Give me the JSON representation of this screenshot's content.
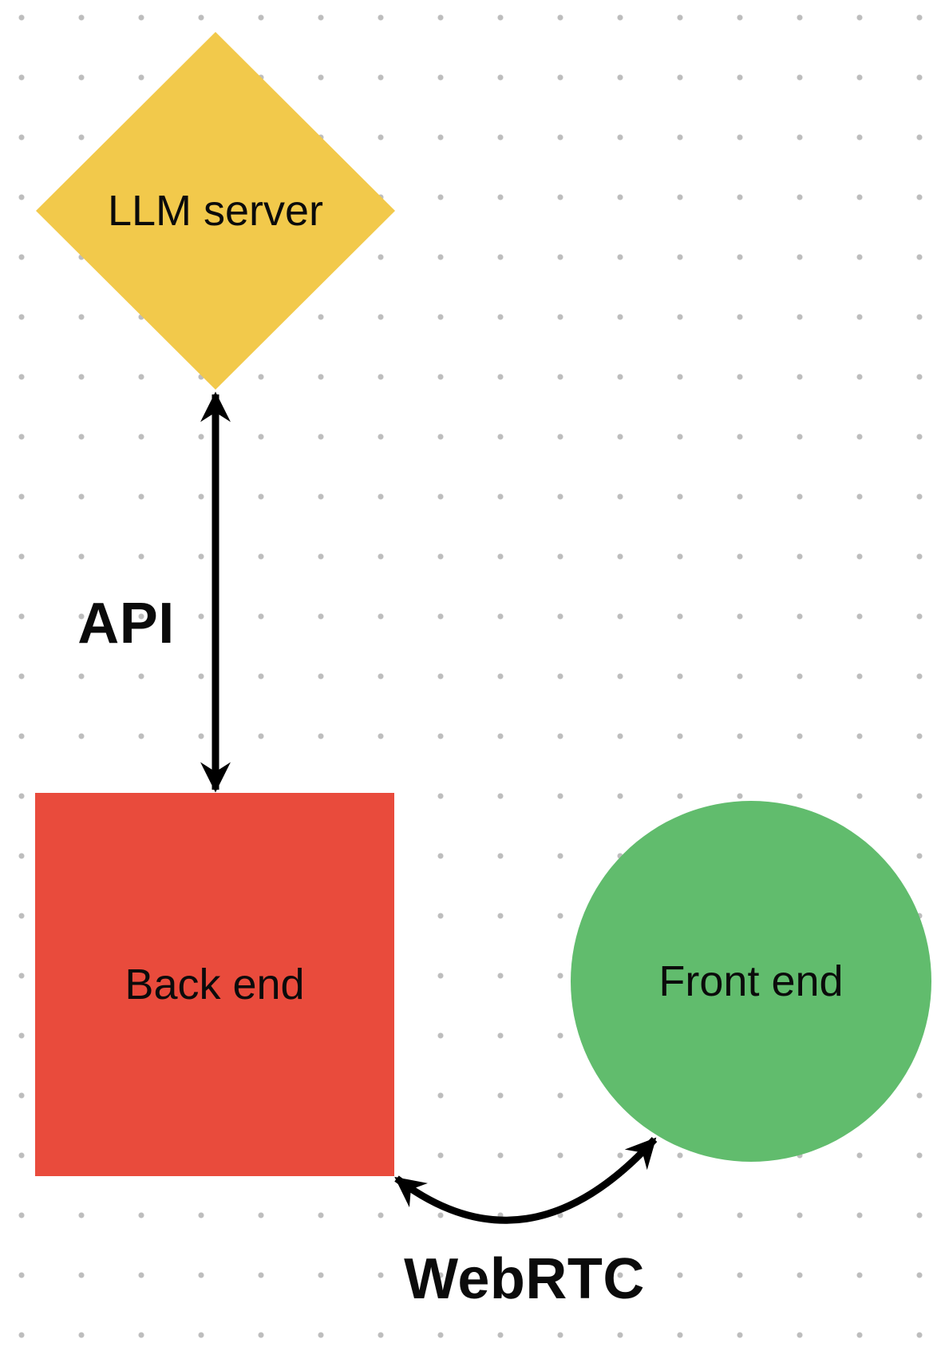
{
  "css_vars": {
    "--dot-color": "#BDBDBD",
    "--bg-color": "#FFFFFF"
  },
  "canvas": {
    "background_color": "#FFFFFF",
    "grid_style": "dot-grid",
    "grid_dot_color": "#BDBDBD"
  },
  "nodes": {
    "llm_server": {
      "label": "LLM server",
      "shape": "diamond",
      "fill": "#F2C94B",
      "label_color": "#0B0B0B"
    },
    "back_end": {
      "label": "Back end",
      "shape": "square",
      "fill": "#E94B3C",
      "label_color": "#0B0B0B"
    },
    "front_end": {
      "label": "Front end",
      "shape": "circle",
      "fill": "#61BC6D",
      "label_color": "#0B0B0B"
    }
  },
  "connectors": {
    "api": {
      "label": "API",
      "from": "LLM server",
      "to": "Back end",
      "line": "straight-vertical",
      "arrowheads": "both-ends",
      "color": "#000000",
      "label_color": "#0B0B0B"
    },
    "webrtc": {
      "label": "WebRTC",
      "from": "Back end",
      "to": "Front end",
      "line": "curved",
      "arrowheads": "both-ends",
      "color": "#000000",
      "label_color": "#0B0B0B"
    }
  }
}
